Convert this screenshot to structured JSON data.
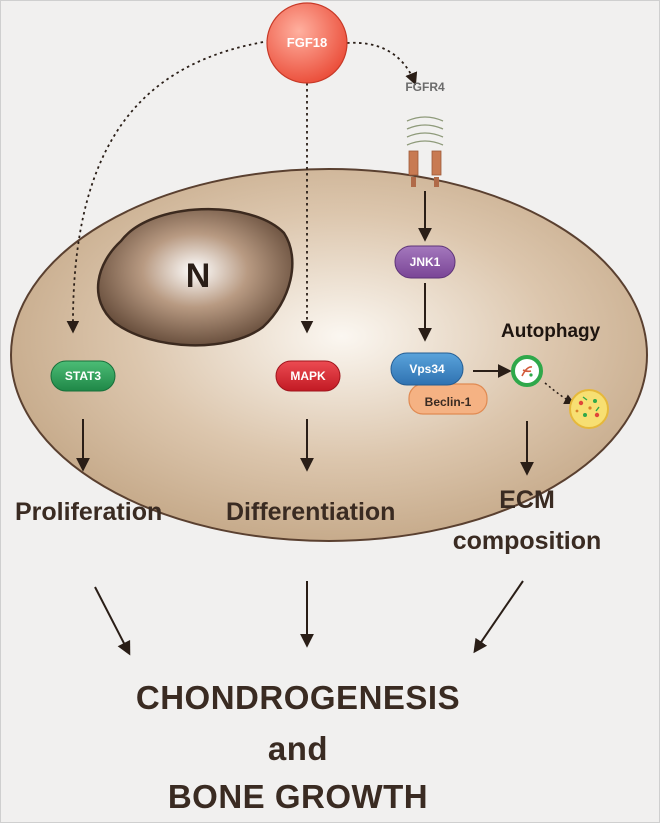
{
  "nodes": {
    "fgf18": "FGF18",
    "fgfr4": "FGFR4",
    "nucleus": "N",
    "jnk1": "JNK1",
    "stat3": "STAT3",
    "mapk": "MAPK",
    "vps34": "Vps34",
    "beclin1": "Beclin-1",
    "autophagy": "Autophagy"
  },
  "outcomes": {
    "proliferation": "Proliferation",
    "differentiation": "Differentiation",
    "ecm_line1": "ECM",
    "ecm_line2": "composition"
  },
  "final": {
    "line1": "CHONDROGENESIS",
    "line2": "and",
    "line3": "BONE GROWTH"
  },
  "colors": {
    "fgf18": "#ef5a45",
    "jnk1": "#8e5aa8",
    "stat3": "#2e9c5a",
    "mapk": "#d8262f",
    "vps34": "#3b86c4",
    "beclin1": "#f2a66f",
    "cell": "#c9ad8e",
    "nucleus": "#6b5240",
    "text": "#3a2b22"
  }
}
